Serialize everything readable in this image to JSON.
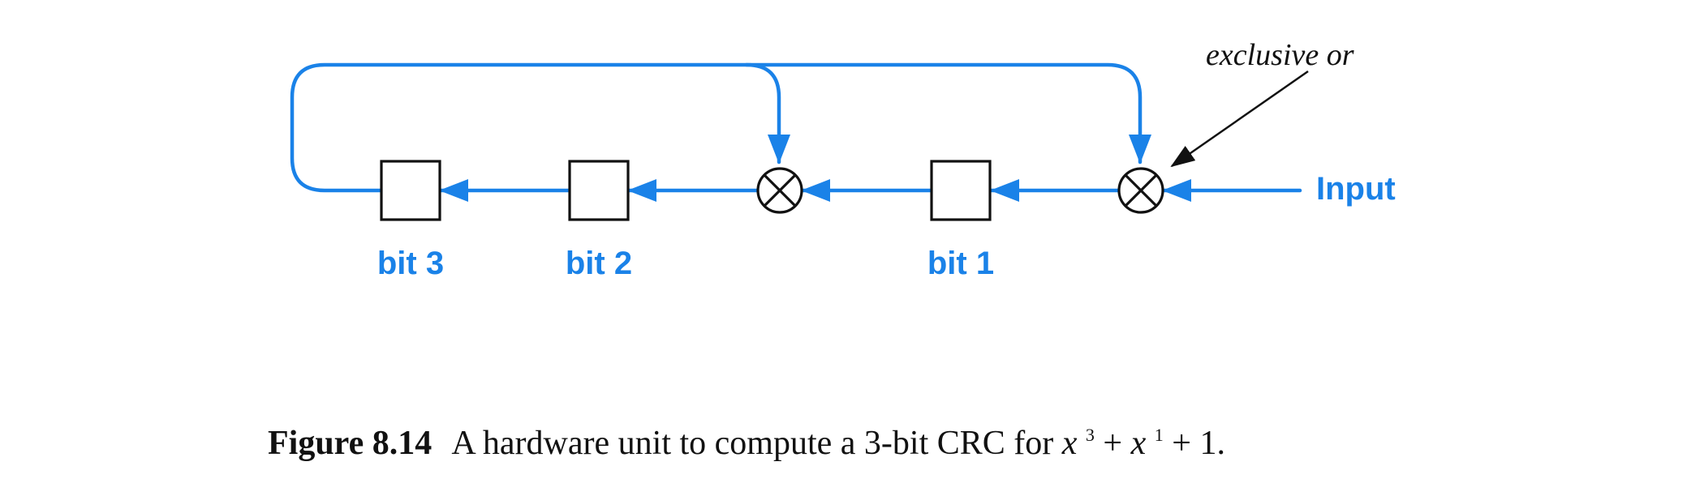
{
  "colors": {
    "wire": "#1a82e8",
    "label": "#1a82e8",
    "outline": "#111111",
    "text": "#111111"
  },
  "diagram": {
    "registers": [
      {
        "label": "bit 3"
      },
      {
        "label": "bit 2"
      },
      {
        "label": "bit 1"
      }
    ],
    "xor_gates": 2,
    "input_label": "Input",
    "annotation": "exclusive or"
  },
  "caption": {
    "figure_number": "Figure 8.14",
    "text_before": "A hardware unit to compute a 3-bit CRC for ",
    "term1_var": "x",
    "term1_exp": "3",
    "plus1": " + ",
    "term2_var": "x",
    "term2_exp": "1",
    "tail": " + 1."
  }
}
